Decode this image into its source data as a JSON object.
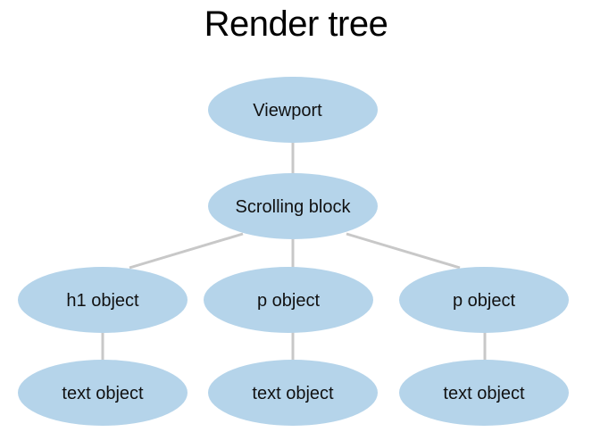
{
  "title": "Render tree",
  "colors": {
    "node_fill": "#b5d4ea",
    "edge": "#c8c8c8",
    "text": "#111111"
  },
  "nodes": {
    "viewport": "Viewport",
    "scrolling_block": "Scrolling block",
    "h1_object": "h1 object",
    "p_object_1": "p object",
    "p_object_2": "p object",
    "text_object_1": "text object",
    "text_object_2": "text object",
    "text_object_3": "text object"
  }
}
